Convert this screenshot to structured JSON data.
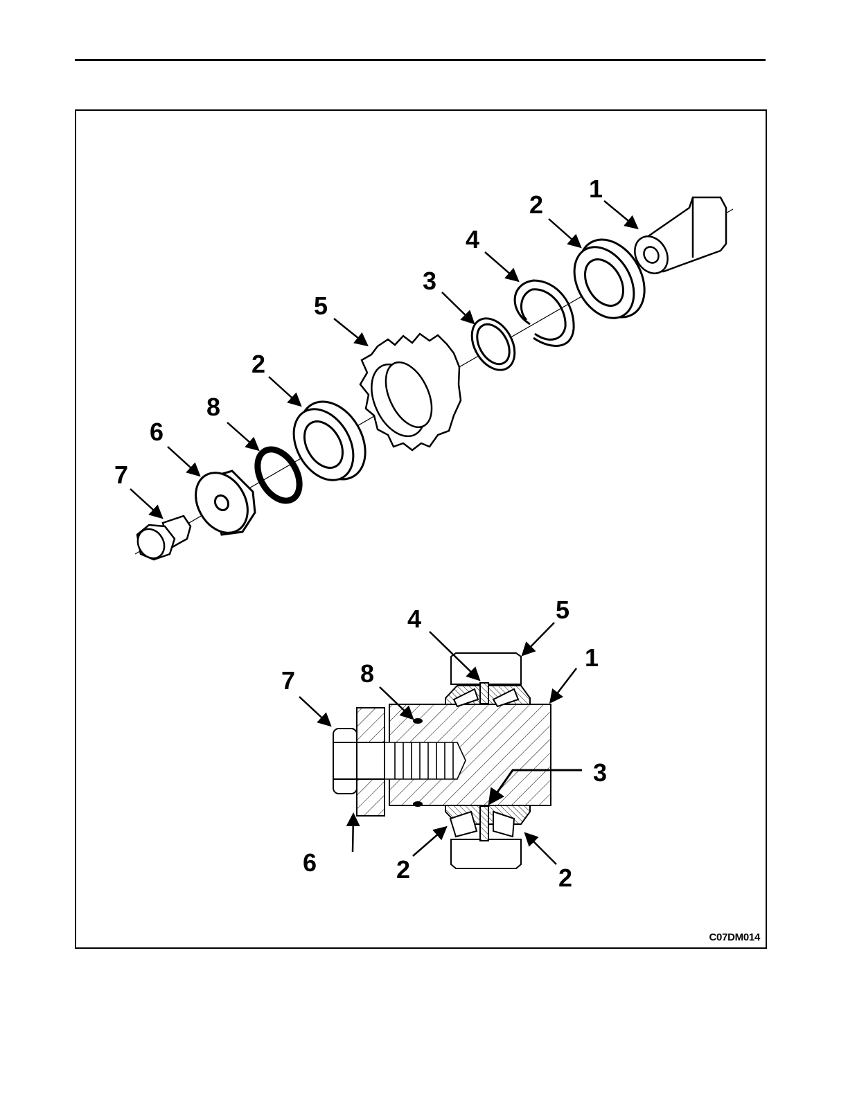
{
  "figure_code": "C07DM014",
  "exploded_view": {
    "callouts": [
      "1",
      "2",
      "4",
      "3",
      "5",
      "2",
      "8",
      "6",
      "7"
    ]
  },
  "section_view": {
    "callouts": [
      "4",
      "5",
      "1",
      "7",
      "8",
      "3",
      "6",
      "2",
      "2"
    ]
  }
}
